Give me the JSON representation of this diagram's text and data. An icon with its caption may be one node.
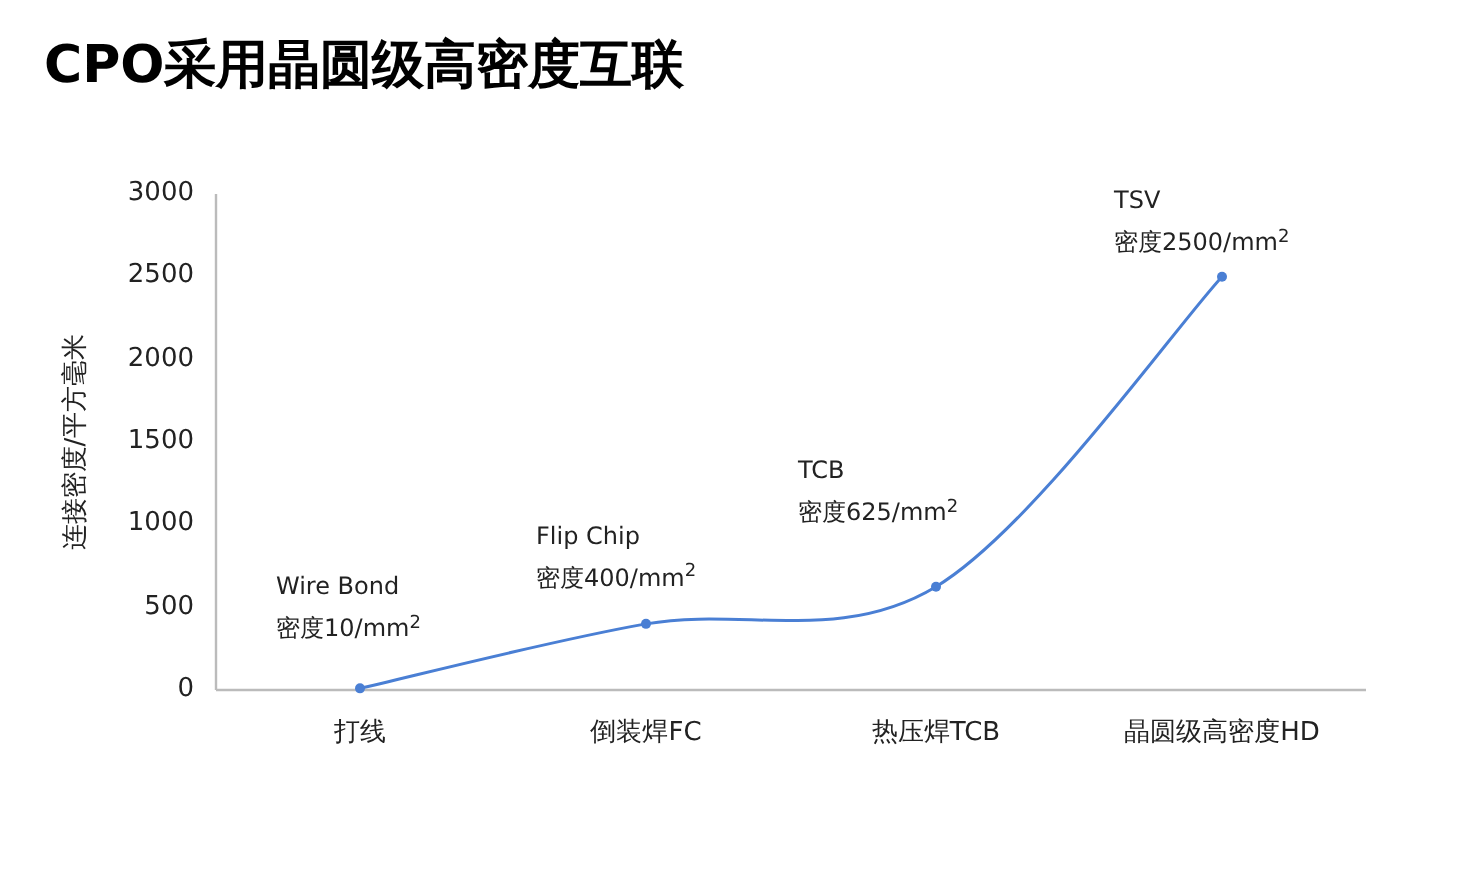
{
  "diagram": {
    "title": "CPO采用晶圆级高密度互联",
    "chart_data": {
      "type": "line",
      "ylabel": "连接密度/平方毫米",
      "categories": [
        "打线",
        "倒装焊FC",
        "热压焊TCB",
        "晶圆级高密度HD"
      ],
      "series": [
        {
          "color": "#4a7fd4",
          "marker": "circle",
          "values": [
            10,
            400,
            625,
            2500
          ]
        }
      ],
      "ylim": [
        0,
        3000
      ],
      "yticks": [
        0,
        500,
        1000,
        1500,
        2000,
        2500,
        3000
      ],
      "annotations": [
        "Wire Bond",
        "密度10/mm$^{2}$",
        "Flip Chip",
        "密度400/mm$^{2}$",
        "TCB",
        "密度625/mm$^{2}$",
        "TSV",
        "密度2500/mm$^{2}$"
      ]
    }
  }
}
